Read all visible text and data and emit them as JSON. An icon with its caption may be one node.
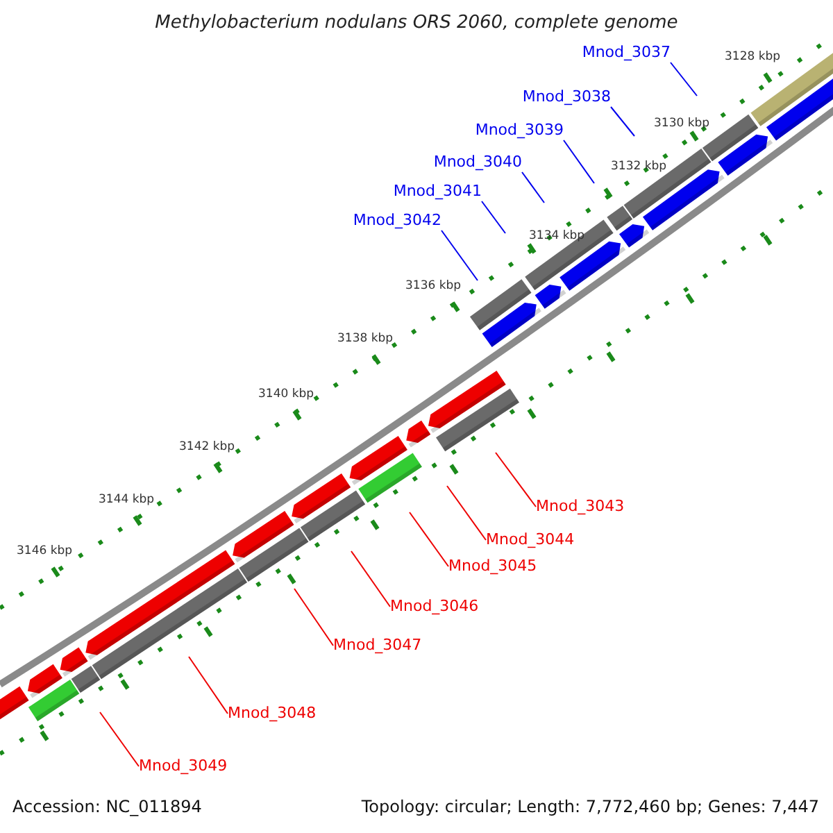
{
  "diagram": {
    "title": "Methylobacterium nodulans ORS 2060, complete genome",
    "nodes": [
      {
        "text": [
          "Mnod_3037"
        ]
      },
      {
        "text": [
          "Mnod_3038"
        ]
      },
      {
        "text": [
          "Mnod_3039"
        ]
      },
      {
        "text": [
          "Mnod_3040"
        ]
      },
      {
        "text": [
          "Mnod_3041"
        ]
      },
      {
        "text": [
          "Mnod_3042"
        ]
      },
      {
        "text": [
          "Mnod_3043"
        ]
      },
      {
        "text": [
          "Mnod_3044"
        ]
      },
      {
        "text": [
          "Mnod_3045"
        ]
      },
      {
        "text": [
          "Mnod_3046"
        ]
      },
      {
        "text": [
          "Mnod_3047"
        ]
      },
      {
        "text": [
          "Mnod_3048"
        ]
      },
      {
        "text": [
          "Mnod_3049"
        ]
      }
    ],
    "edges": [
      {
        "from": 0,
        "to": null,
        "arrow": "none",
        "color": "#0000ee"
      },
      {
        "from": 1,
        "to": null,
        "arrow": "none",
        "color": "#0000ee"
      },
      {
        "from": 2,
        "to": null,
        "arrow": "none",
        "color": "#0000ee"
      },
      {
        "from": 3,
        "to": null,
        "arrow": "none",
        "color": "#0000ee"
      },
      {
        "from": 4,
        "to": null,
        "arrow": "none",
        "color": "#0000ee"
      },
      {
        "from": 5,
        "to": null,
        "arrow": "none",
        "color": "#0000ee"
      },
      {
        "from": 6,
        "to": null,
        "arrow": "none"
      },
      {
        "from": 7,
        "to": null,
        "arrow": "none"
      },
      {
        "from": 8,
        "to": null,
        "arrow": "none"
      },
      {
        "from": 9,
        "to": null,
        "arrow": "none"
      },
      {
        "from": 10,
        "to": null,
        "arrow": "none"
      },
      {
        "from": 11,
        "to": null,
        "arrow": "none"
      },
      {
        "from": 12,
        "to": null,
        "arrow": "none"
      }
    ],
    "labels": [
      "3128 kbp",
      "3130 kbp",
      "3132 kbp",
      "3134 kbp",
      "3136 kbp",
      "3138 kbp",
      "3140 kbp",
      "3142 kbp",
      "3144 kbp",
      "3146 kbp",
      "Accession: NC_011894",
      "Topology: circular; Length: 7,772,460 bp; Genes: 7,447"
    ]
  }
}
